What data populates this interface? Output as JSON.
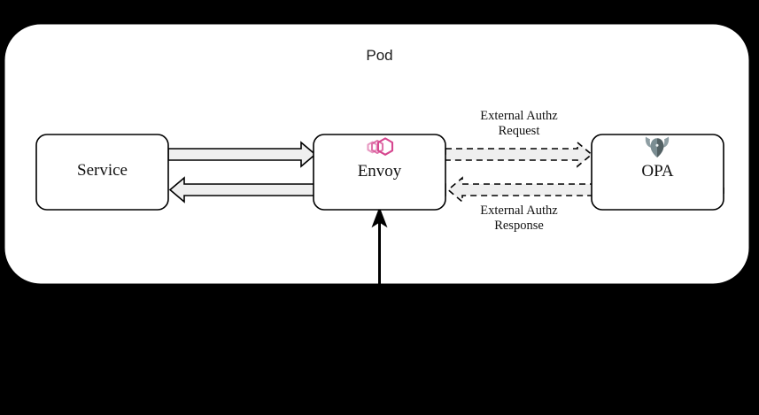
{
  "diagram": {
    "title": "Pod",
    "background_color": "#000000",
    "pod": {
      "label": "Pod",
      "fill": "#ffffff",
      "stroke": "#ffffff",
      "corner_radius": 40
    },
    "nodes": [
      {
        "id": "service",
        "label": "Service",
        "icon": null,
        "fill": "#ffffff",
        "stroke": "#000000"
      },
      {
        "id": "envoy",
        "label": "Envoy",
        "icon": "envoy-hexagon-logo-icon",
        "icon_color": "#d6468f",
        "fill": "#ffffff",
        "stroke": "#000000"
      },
      {
        "id": "opa",
        "label": "OPA",
        "icon": "opa-viking-helmet-logo-icon",
        "icon_color": "#66777b",
        "fill": "#ffffff",
        "stroke": "#000000"
      }
    ],
    "connectors": [
      {
        "id": "service-to-envoy",
        "from": "service",
        "to": "envoy",
        "style": "solid-block-arrow",
        "direction": "right",
        "label": ""
      },
      {
        "id": "envoy-to-service",
        "from": "envoy",
        "to": "service",
        "style": "solid-block-arrow",
        "direction": "left",
        "label": ""
      },
      {
        "id": "envoy-to-opa",
        "from": "envoy",
        "to": "opa",
        "style": "dashed-block-arrow",
        "direction": "right",
        "label": "External Authz\nRequest"
      },
      {
        "id": "opa-to-envoy",
        "from": "opa",
        "to": "envoy",
        "style": "dashed-block-arrow",
        "direction": "left",
        "label": "External Authz\nResponse"
      },
      {
        "id": "ingress-to-envoy",
        "from": "external",
        "to": "envoy",
        "style": "solid-line-arrow",
        "direction": "up",
        "label": ""
      }
    ],
    "labels": {
      "authz_request": "External Authz\nRequest",
      "authz_response": "External Authz\nResponse"
    },
    "colors": {
      "arrow_fill": "#efefef",
      "arrow_stroke": "#000000",
      "node_fill": "#ffffff",
      "node_stroke": "#000000",
      "text": "#111111"
    }
  }
}
